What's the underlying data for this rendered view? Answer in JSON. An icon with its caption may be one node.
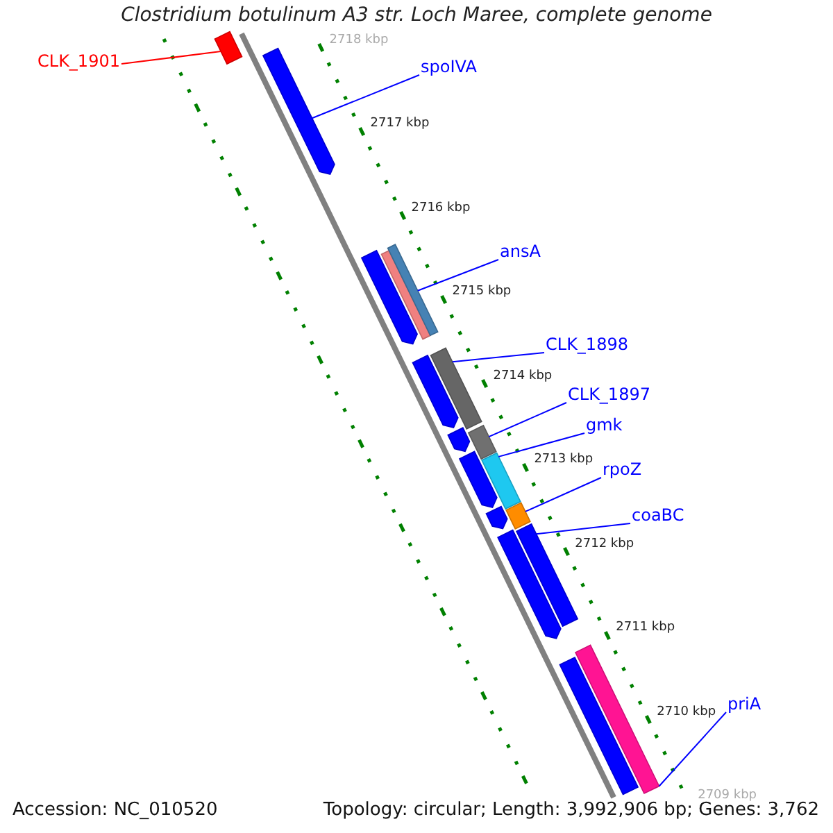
{
  "diagram": {
    "title": "Clostridium botulinum A3 str. Loch Maree, complete genome",
    "nodes": [
      {
        "text": [
          "CLK_1901"
        ]
      },
      {
        "text": [],
        "shape": "bar"
      },
      {
        "text": [
          "spoIVA"
        ]
      },
      {
        "text": [],
        "shape": "bar"
      },
      {
        "text": [],
        "shape": "bar"
      },
      {
        "text": [],
        "shape": "bar"
      },
      {
        "text": [],
        "shape": "bar"
      },
      {
        "text": [
          "ansA"
        ]
      },
      {
        "text": [],
        "shape": "bar"
      },
      {
        "text": [],
        "shape": "bar"
      },
      {
        "text": [
          "CLK_1898"
        ]
      },
      {
        "text": [],
        "shape": "bar"
      },
      {
        "text": [],
        "shape": "bar"
      },
      {
        "text": [
          "CLK_1897"
        ]
      },
      {
        "text": [],
        "shape": "bar"
      },
      {
        "text": [],
        "shape": "bar"
      },
      {
        "text": [
          "gmk"
        ]
      },
      {
        "text": [],
        "shape": "bar"
      },
      {
        "text": [],
        "shape": "bar"
      },
      {
        "text": [
          "rpoZ"
        ]
      },
      {
        "text": [],
        "shape": "bar"
      },
      {
        "text": [],
        "shape": "bar"
      },
      {
        "text": [
          "coaBC"
        ]
      },
      {
        "text": [],
        "shape": "bar"
      },
      {
        "text": [],
        "shape": "bar"
      },
      {
        "text": [
          "priA"
        ]
      }
    ],
    "edges": [
      {
        "from": 0,
        "to": 1,
        "arrow": "none",
        "color": "#ff0000"
      },
      {
        "from": 2,
        "to": 3,
        "arrow": "none"
      },
      {
        "from": 7,
        "to": 6,
        "arrow": "none"
      },
      {
        "from": 10,
        "to": 9,
        "arrow": "none"
      },
      {
        "from": 13,
        "to": 12,
        "arrow": "none"
      },
      {
        "from": 16,
        "to": 15,
        "arrow": "none"
      },
      {
        "from": 19,
        "to": 18,
        "arrow": "none"
      },
      {
        "from": 22,
        "to": 21,
        "arrow": "none"
      },
      {
        "from": 25,
        "to": 24,
        "arrow": "none"
      }
    ],
    "labels": [
      "2718 kbp",
      "2717 kbp",
      "2716 kbp",
      "2715 kbp",
      "2714 kbp",
      "2713 kbp",
      "2712 kbp",
      "2711 kbp",
      "2710 kbp",
      "2709 kbp",
      "Accession: NC_010520",
      "Topology: circular; Length: 3,992,906 bp; Genes: 3,762"
    ]
  }
}
